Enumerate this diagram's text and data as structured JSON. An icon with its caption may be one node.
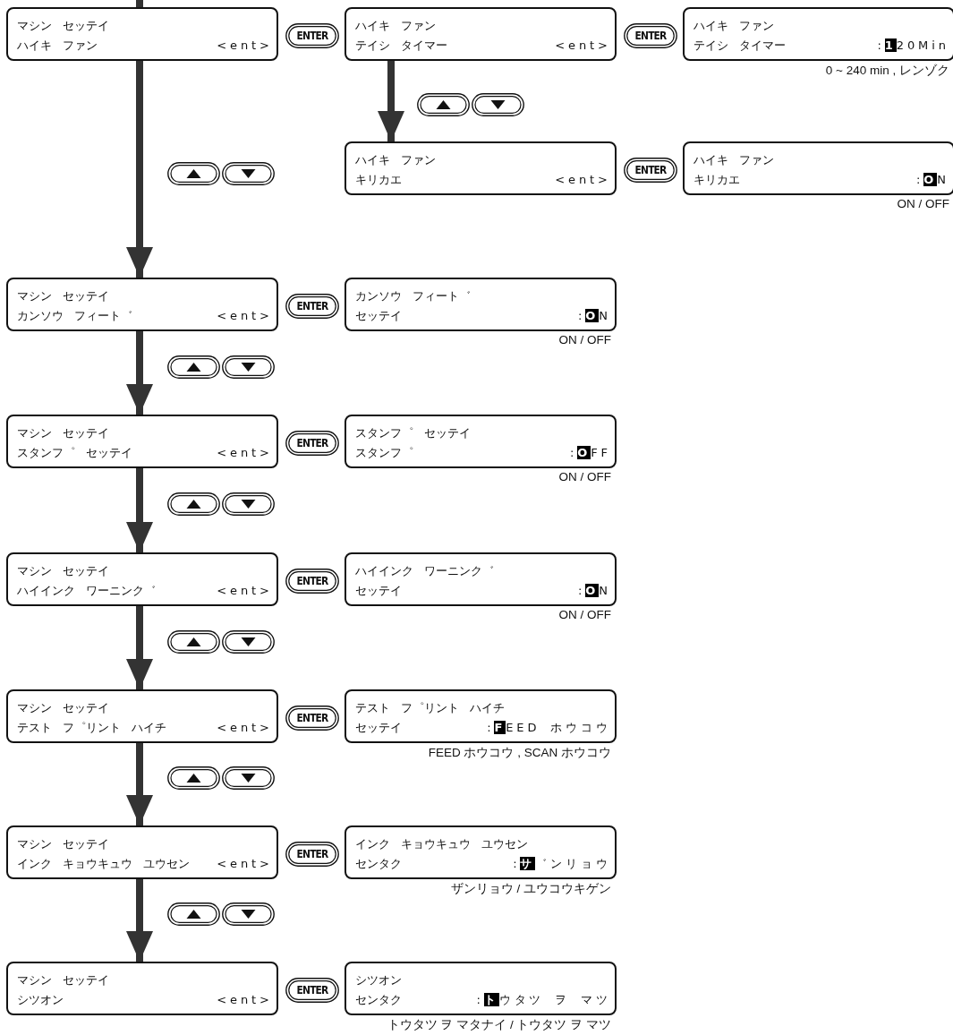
{
  "diagram": {
    "nodes": [
      {
        "text": [
          "マシン セッテイ",
          "ハイキ ファン",
          "<ent>"
        ]
      },
      {
        "text": [
          "ENTER"
        ]
      },
      {
        "text": [
          "ハイキ ファン",
          "テイシ タイマー",
          "<ent>"
        ]
      },
      {
        "text": [
          "ENTER"
        ]
      },
      {
        "text": [
          "ハイキ ファン",
          "テイシ タイマー",
          ":120Min"
        ],
        "beside": [
          "0 ~ 240 min , レンゾク"
        ]
      },
      {
        "text": [
          "ハイキ ファン",
          "キリカエ",
          "<ent>"
        ]
      },
      {
        "text": [
          "ENTER"
        ]
      },
      {
        "text": [
          "ハイキ ファン",
          "キリカエ",
          ":ON"
        ],
        "beside": [
          "ON / OFF"
        ]
      },
      {
        "text": [
          "マシン セッテイ",
          "カンソウ フィート゛",
          "<ent>"
        ]
      },
      {
        "text": [
          "ENTER"
        ]
      },
      {
        "text": [
          "カンソウ フィート゛",
          "セッテイ",
          ":ON"
        ],
        "beside": [
          "ON / OFF"
        ]
      },
      {
        "text": [
          "マシン セッテイ",
          "スタンフ゜ セッテイ",
          "<ent>"
        ]
      },
      {
        "text": [
          "ENTER"
        ]
      },
      {
        "text": [
          "スタンフ゜ セッテイ",
          "スタンフ゜",
          ":OFF"
        ],
        "beside": [
          "ON / OFF"
        ]
      },
      {
        "text": [
          "マシン セッテイ",
          "ハイインク ワーニンク゛",
          "<ent>"
        ]
      },
      {
        "text": [
          "ENTER"
        ]
      },
      {
        "text": [
          "ハイインク ワーニンク゛",
          "セッテイ",
          ":ON"
        ],
        "beside": [
          "ON / OFF"
        ]
      },
      {
        "text": [
          "マシン セッテイ",
          "テスト フ゜リント ハイチ",
          "<ent>"
        ]
      },
      {
        "text": [
          "ENTER"
        ]
      },
      {
        "text": [
          "テスト フ゜リント ハイチ",
          "セッテイ",
          ":FEED ホウコウ"
        ],
        "beside": [
          "FEED ホウコウ , SCAN ホウコウ"
        ]
      },
      {
        "text": [
          "マシン セッテイ",
          "インク キョウキュウ ユウセン",
          "<ent>"
        ]
      },
      {
        "text": [
          "ENTER"
        ]
      },
      {
        "text": [
          "インク キョウキュウ ユウセン",
          "センタク",
          ":サ゛ンリョウ"
        ],
        "beside": [
          "ザンリョウ / ユウコウキゲン"
        ]
      },
      {
        "text": [
          "マシン セッテイ",
          "シツオン",
          "<ent>"
        ]
      },
      {
        "text": [
          "ENTER"
        ]
      },
      {
        "text": [
          "シツオン",
          "センタク",
          ":トウタツ ヲ マツ"
        ],
        "beside": [
          "トウタツ ヲ マタナイ / トウタツ ヲ マツ"
        ]
      }
    ],
    "edges": [
      {
        "from": null,
        "to": 0,
        "arrow": "to"
      },
      {
        "from": 0,
        "to": 8,
        "arrow": "to"
      },
      {
        "from": 2,
        "to": 5,
        "arrow": "to"
      },
      {
        "from": 8,
        "to": 11,
        "arrow": "to"
      },
      {
        "from": 11,
        "to": 14,
        "arrow": "to"
      },
      {
        "from": 14,
        "to": 17,
        "arrow": "to"
      },
      {
        "from": 17,
        "to": 20,
        "arrow": "to"
      },
      {
        "from": 20,
        "to": 23,
        "arrow": "to"
      }
    ]
  }
}
